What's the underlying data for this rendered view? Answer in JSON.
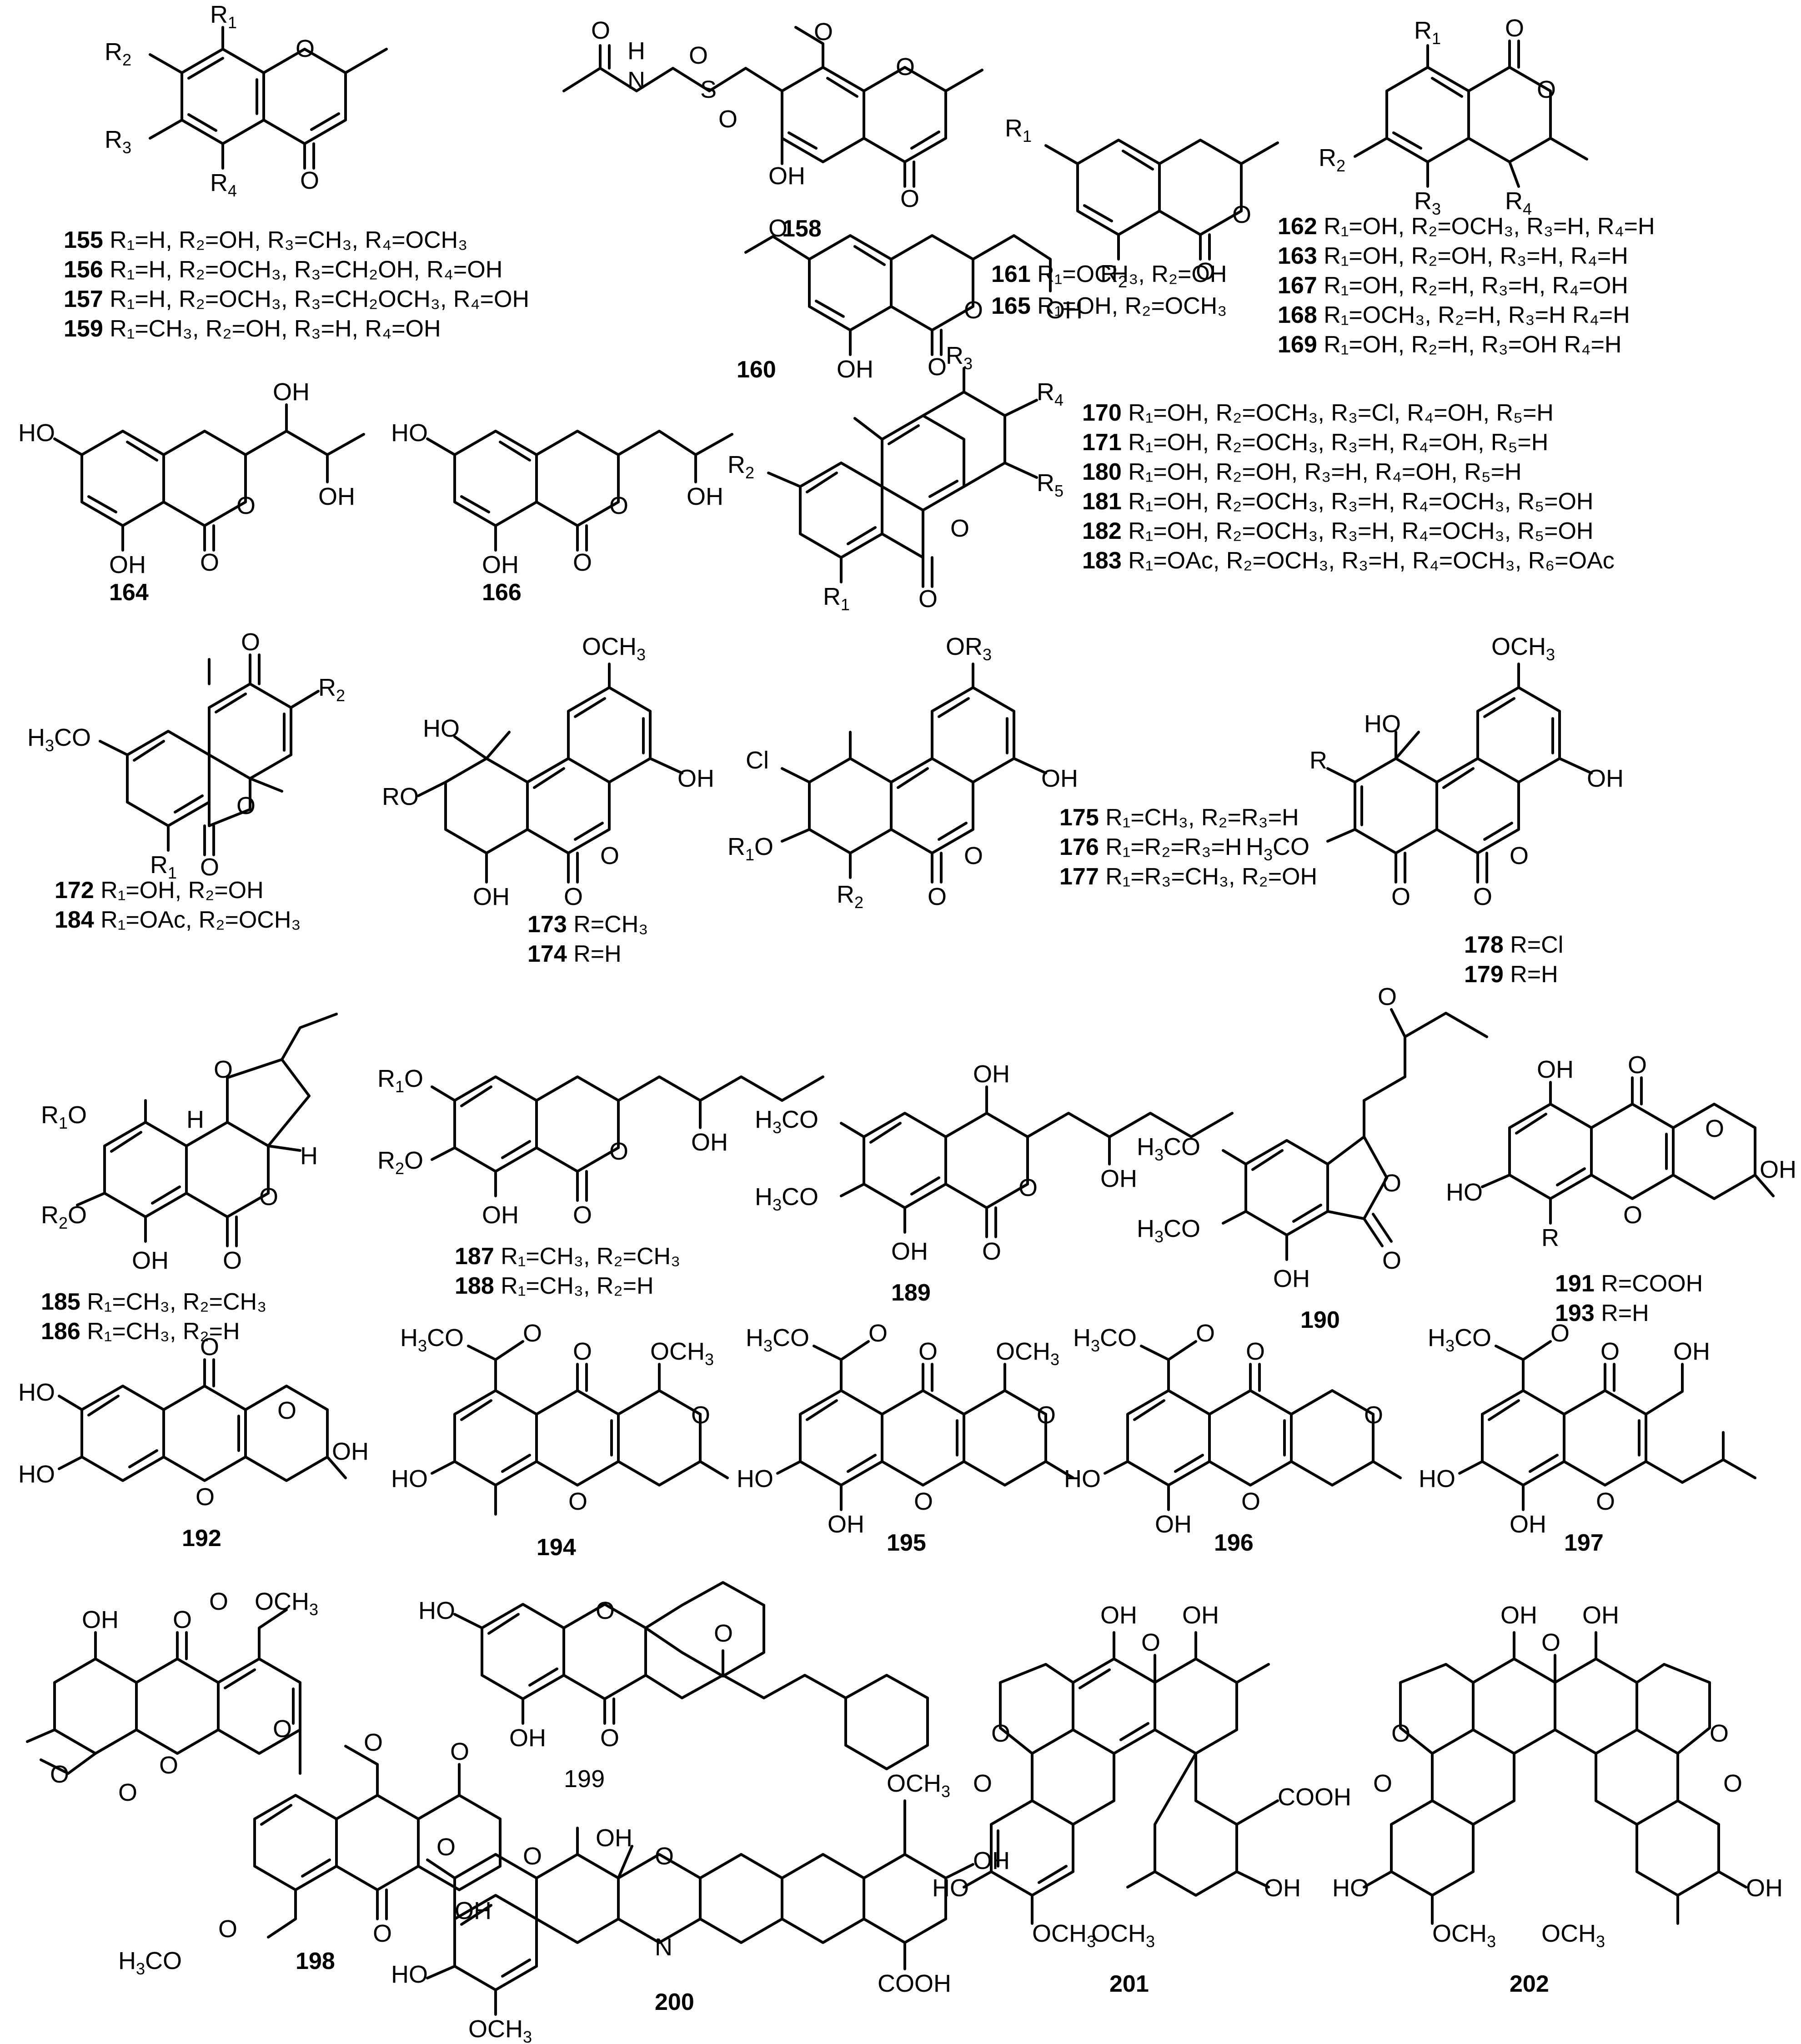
{
  "figure": {
    "substituent_lists": [
      {
        "id": "155",
        "text": "R₁=H, R₂=OH, R₃=CH₃, R₄=OCH₃"
      },
      {
        "id": "156",
        "text": "R₁=H, R₂=OCH₃, R₃=CH₂OH, R₄=OH"
      },
      {
        "id": "157",
        "text": "R₁=H, R₂=OCH₃, R₃=CH₂OCH₃, R₄=OH"
      },
      {
        "id": "159",
        "text": "R₁=CH₃, R₂=OH, R₃=H, R₄=OH"
      },
      {
        "id": "161",
        "text": "R₁=OCH₃, R₂=OH"
      },
      {
        "id": "165",
        "text": "R₁=OH, R₂=OCH₃"
      },
      {
        "id": "162",
        "text": "R₁=OH, R₂=OCH₃, R₃=H, R₄=H"
      },
      {
        "id": "163",
        "text": "R₁=OH, R₂=OH, R₃=H, R₄=H"
      },
      {
        "id": "167",
        "text": "R₁=OH, R₂=H, R₃=H, R₄=OH"
      },
      {
        "id": "168",
        "text": "R₁=OCH₃, R₂=H, R₃=H  R₄=H"
      },
      {
        "id": "169",
        "text": "R₁=OH, R₂=H, R₃=OH  R₄=H"
      },
      {
        "id": "170",
        "text": "R₁=OH, R₂=OCH₃, R₃=Cl, R₄=OH, R₅=H"
      },
      {
        "id": "171",
        "text": "R₁=OH, R₂=OCH₃, R₃=H, R₄=OH, R₅=H"
      },
      {
        "id": "180",
        "text": "R₁=OH, R₂=OH, R₃=H, R₄=OH, R₅=H"
      },
      {
        "id": "181",
        "text": "R₁=OH, R₂=OCH₃, R₃=H, R₄=OCH₃, R₅=OH"
      },
      {
        "id": "182",
        "text": "R₁=OH, R₂=OCH₃, R₃=H, R₄=OCH₃, R₅=OH"
      },
      {
        "id": "183",
        "text": "R₁=OAc, R₂=OCH₃, R₃=H, R₄=OCH₃, R₆=OAc"
      },
      {
        "id": "172",
        "text": "R₁=OH, R₂=OH"
      },
      {
        "id": "184",
        "text": "R₁=OAc, R₂=OCH₃"
      },
      {
        "id": "173",
        "text": "R=CH₃"
      },
      {
        "id": "174",
        "text": "R=H"
      },
      {
        "id": "175",
        "text": "R₁=CH₃, R₂=R₃=H"
      },
      {
        "id": "176",
        "text": "R₁=R₂=R₃=H"
      },
      {
        "id": "177",
        "text": "R₁=R₃=CH₃, R₂=OH"
      },
      {
        "id": "178",
        "text": "R=Cl"
      },
      {
        "id": "179",
        "text": "R=H"
      },
      {
        "id": "185",
        "text": "R₁=CH₃, R₂=CH₃"
      },
      {
        "id": "186",
        "text": "R₁=CH₃, R₂=H"
      },
      {
        "id": "187",
        "text": "R₁=CH₃, R₂=CH₃"
      },
      {
        "id": "188",
        "text": "R₁=CH₃, R₂=H"
      },
      {
        "id": "191",
        "text": "R=COOH"
      },
      {
        "id": "193",
        "text": "R=H"
      }
    ],
    "compound_labels": [
      {
        "id": "158"
      },
      {
        "id": "160"
      },
      {
        "id": "164"
      },
      {
        "id": "166"
      },
      {
        "id": "189"
      },
      {
        "id": "190"
      },
      {
        "id": "192"
      },
      {
        "id": "194"
      },
      {
        "id": "195"
      },
      {
        "id": "196"
      },
      {
        "id": "197"
      },
      {
        "id": "198"
      },
      {
        "id": "199"
      },
      {
        "id": "200"
      },
      {
        "id": "201"
      },
      {
        "id": "202"
      }
    ]
  }
}
